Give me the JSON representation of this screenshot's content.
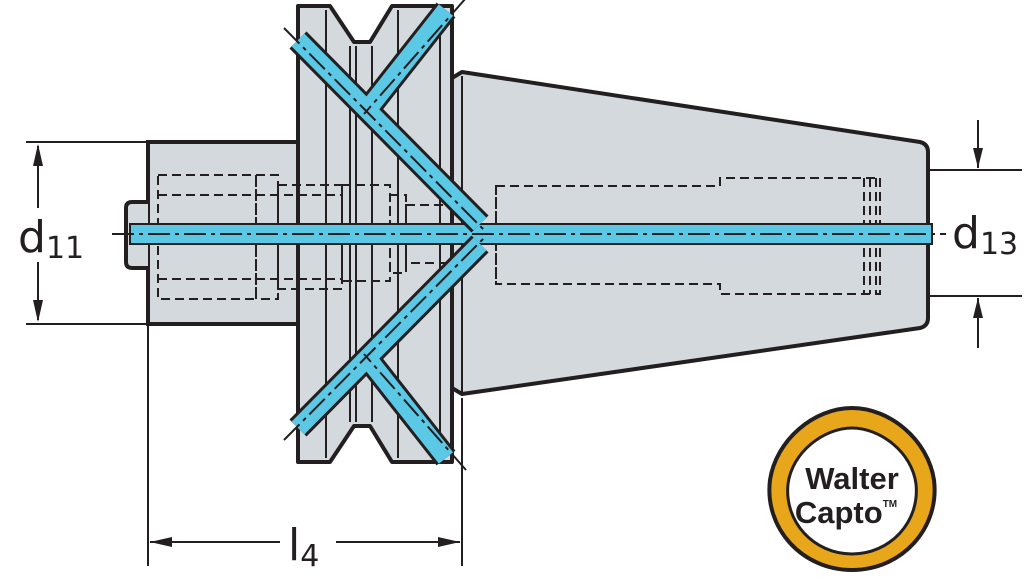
{
  "dimensions": {
    "d11": {
      "base": "d",
      "sub": "11"
    },
    "d13": {
      "base": "d",
      "sub": "13"
    },
    "l4": {
      "base": "l",
      "sub": "4"
    }
  },
  "logo": {
    "line1": "Walter",
    "line2": "Capto",
    "trademark": "TM"
  },
  "colors": {
    "body_fill": "#d4d9dd",
    "outline": "#231f20",
    "coolant": "#5bc8e6",
    "logo_ring": "#e8a61a"
  }
}
